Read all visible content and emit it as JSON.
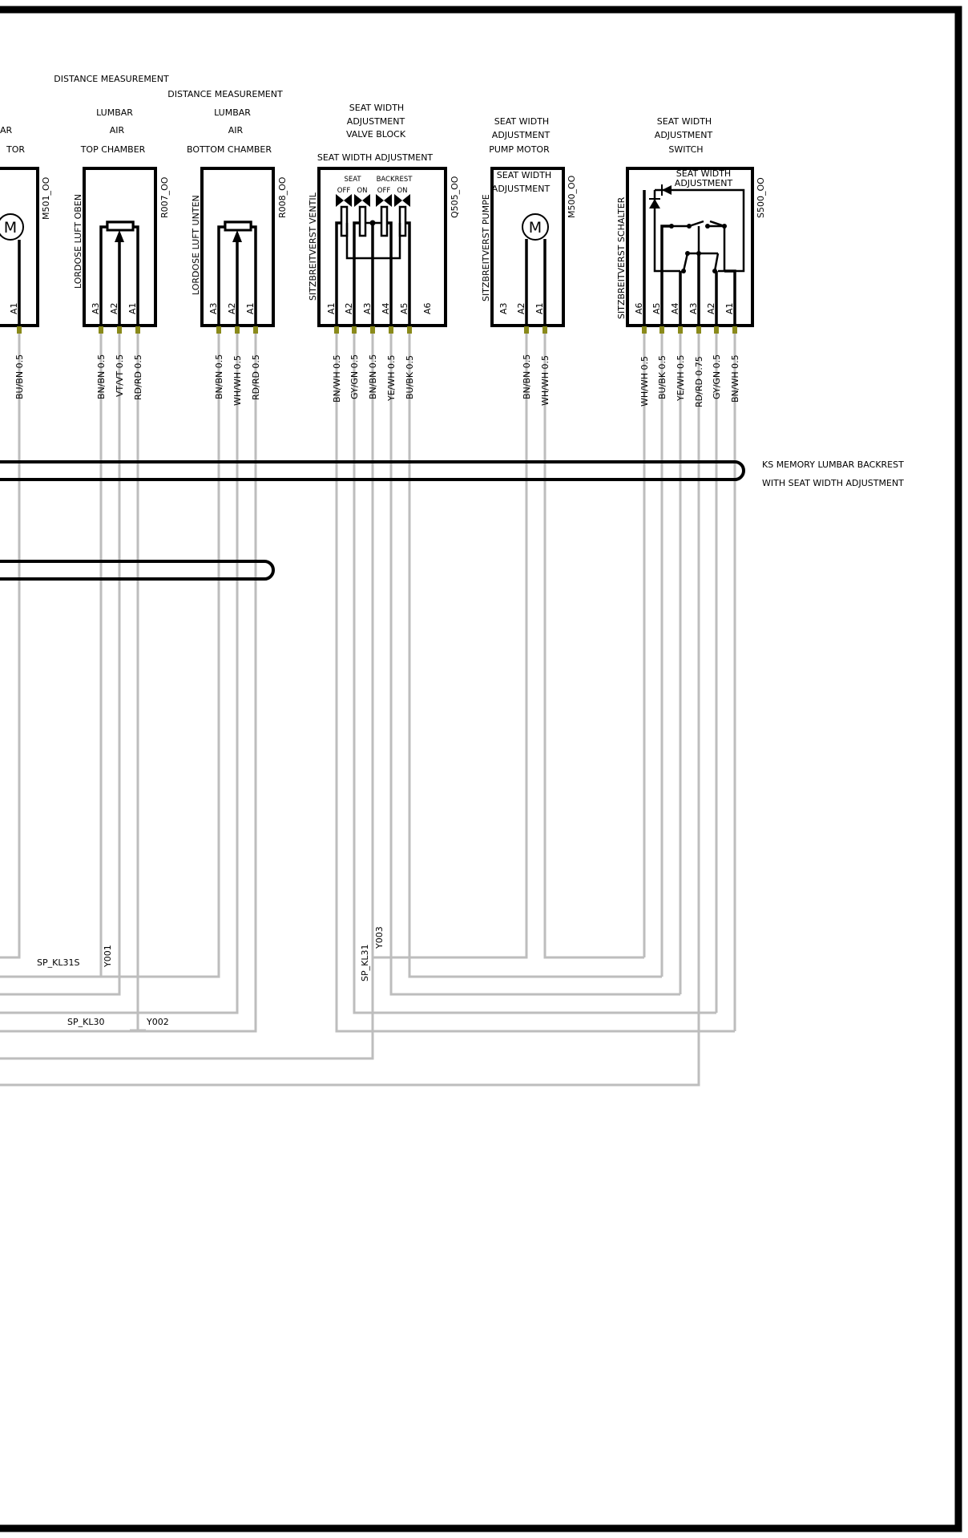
{
  "headers": {
    "m501": [
      "AR",
      "TOR"
    ],
    "r007": [
      "DISTANCE MEASUREMENT",
      "LUMBAR",
      "AIR",
      "TOP CHAMBER"
    ],
    "r008": [
      "DISTANCE MEASUREMENT",
      "LUMBAR",
      "AIR",
      "BOTTOM CHAMBER"
    ],
    "q505": [
      "SEAT WIDTH",
      "ADJUSTMENT",
      "VALVE BLOCK",
      "SEAT WIDTH  ADJUSTMENT"
    ],
    "m500": [
      "SEAT WIDTH",
      "ADJUSTMENT",
      "PUMP MOTOR"
    ],
    "s500": [
      "SEAT WIDTH",
      "ADJUSTMENT",
      "SWITCH"
    ]
  },
  "components": {
    "m501": {
      "id": "M501_OO",
      "motor": "M",
      "pins": [
        "A1"
      ],
      "wires": [
        "BU/BN 0.5"
      ]
    },
    "r007": {
      "id": "R007_OO",
      "name": "LORDOSE  LUFT  OBEN",
      "pins": [
        "A3",
        "A2",
        "A1"
      ],
      "wires": [
        "BN/BN 0.5",
        "VT/VT 0.5",
        "RD/RD 0.5"
      ]
    },
    "r008": {
      "id": "R008_OO",
      "name": "LORDOSE  LUFT  UNTEN",
      "pins": [
        "A3",
        "A2",
        "A1"
      ],
      "wires": [
        "BN/BN 0.5",
        "WH/WH 0.5",
        "RD/RD 0.5"
      ]
    },
    "q505": {
      "id": "Q505_OO",
      "name": "SITZBREITVERST  VENTIL",
      "sub": [
        "SEAT",
        "BACKREST",
        "OFF",
        "ON",
        "OFF",
        "ON"
      ],
      "pins": [
        "A1",
        "A2",
        "A3",
        "A4",
        "A5",
        "A6"
      ],
      "wires": [
        "BN/WH 0.5",
        "GY/GN 0.5",
        "BN/BN 0.5",
        "YE/WH 0.5",
        "BU/BK 0.5"
      ]
    },
    "m500": {
      "id": "M500_OO",
      "name": "SITZBREITVERST  PUMPE",
      "inner": [
        "SEAT WIDTH",
        "ADJUSTMENT"
      ],
      "motor": "M",
      "pins": [
        "A3",
        "A2",
        "A1"
      ],
      "wires": [
        "BN/BN 0.5",
        "WH/WH 0.5"
      ]
    },
    "s500": {
      "id": "S500_OO",
      "name": "SITZBREITVERST  SCHALTER",
      "inner": [
        "SEAT WIDTH",
        "ADJUSTMENT"
      ],
      "pins": [
        "A6",
        "A5",
        "A4",
        "A3",
        "A2",
        "A1"
      ],
      "wires": [
        "WH/WH 0.5",
        "BU/BK 0.5",
        "YE/WH 0.5",
        "RD/RD 0.75",
        "GY/GN 0.5",
        "BN/WH 0.5"
      ]
    }
  },
  "harness": {
    "line1": "KS   MEMORY    LUMBAR       BACKREST",
    "line2": "WITH  SEAT WIDTH   ADJUSTMENT"
  },
  "splices": {
    "sp_kl31s": "SP_KL31S",
    "y001": "Y001",
    "sp_kl30": "SP_KL30",
    "y002": "Y002",
    "sp_kl31": "SP_KL31",
    "y003": "Y003"
  }
}
